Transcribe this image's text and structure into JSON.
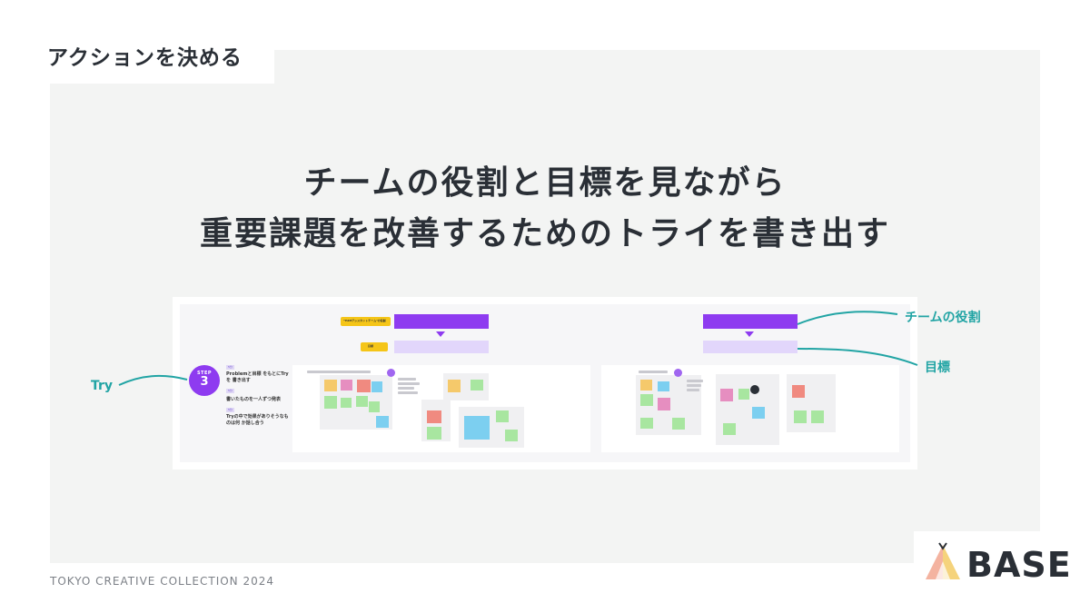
{
  "header": {
    "title": "アクションを決める"
  },
  "headline": {
    "line1": "チームの役割と目標を見ながら",
    "line2": "重要課題を改善するためのトライを書き出す"
  },
  "callouts": {
    "try": "Try",
    "team_role": "チームの役割",
    "goal": "目標"
  },
  "board": {
    "step": {
      "label": "STEP",
      "number": "3"
    },
    "instructions": [
      {
        "tag": "5分",
        "text": "Problemと目標 をもとにTryを 書き出す"
      },
      {
        "tag": "5分",
        "text": "書いたものを一人ずつ発表"
      },
      {
        "tag": "5分",
        "text": "Tryの中で効果がありそうなものは何 か話し合う"
      }
    ],
    "flow_left_label": "“PdMアシスタントチーム\"の役割",
    "flow_left_goal": "目標"
  },
  "footer": {
    "text": "TOKYO CREATIVE COLLECTION 2024"
  },
  "logo": {
    "text": "BASE"
  },
  "colors": {
    "teal": "#21a4a4",
    "purple": "#8e3bf0",
    "purple_light": "#e2d6fb",
    "yellow": "#f5c518",
    "panel": "#f3f4f3",
    "dark": "#2a2f36"
  }
}
